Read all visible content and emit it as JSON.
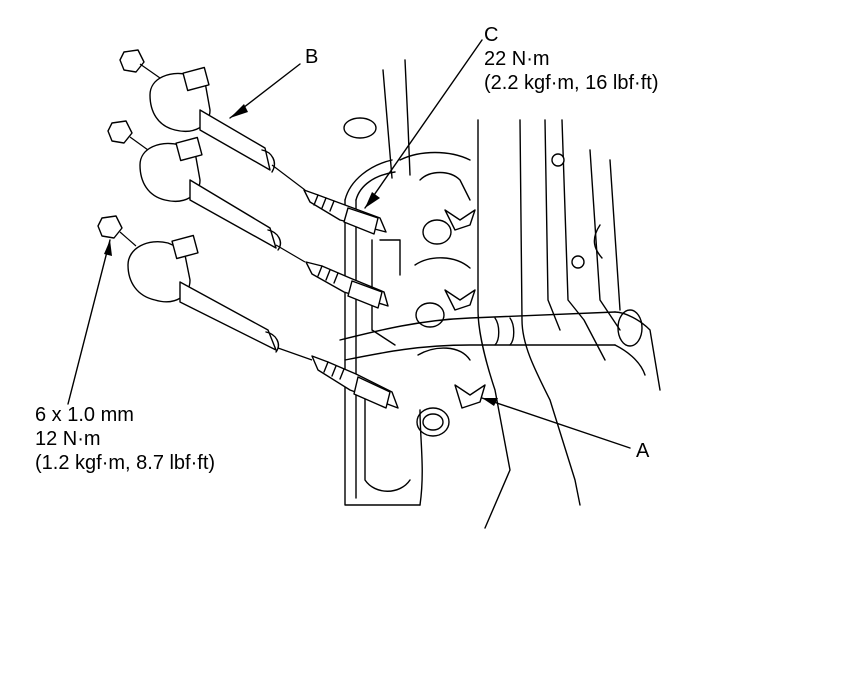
{
  "labels": {
    "a": "A",
    "b": "B",
    "c": "C",
    "c_torque": "22 N·m",
    "c_torque_alt": "(2.2 kgf·m, 16 lbf·ft)",
    "bolt_size": "6 x 1.0 mm",
    "bolt_torque": "12 N·m",
    "bolt_torque_alt": "(1.2 kgf·m, 8.7 lbf·ft)"
  }
}
